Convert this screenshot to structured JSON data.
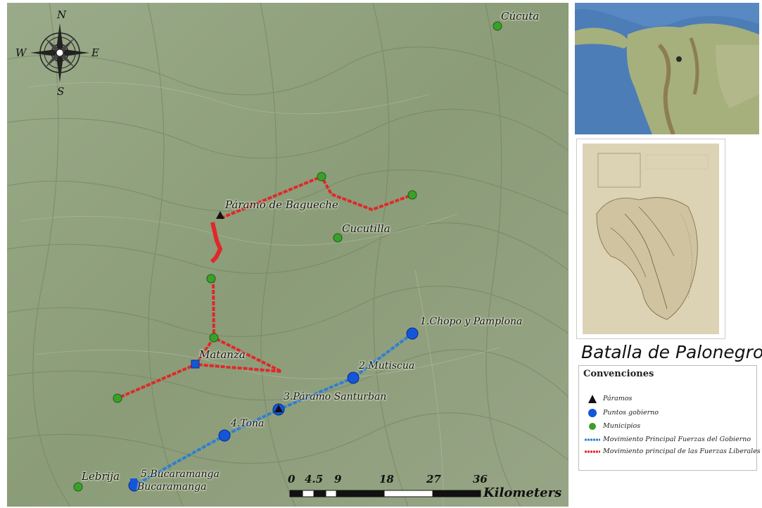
{
  "title": "Batalla de Palonegro",
  "compass": {
    "n": "N",
    "s": "S",
    "e": "E",
    "w": "W"
  },
  "places": {
    "cucuta": "Cúcuta",
    "paramo_bagueche": "Páramo de Bagueche",
    "cucutilla": "Cucutilla",
    "matanza": "Matanza",
    "lebrija": "Lebrija",
    "bucaramanga": "Bucaramanga"
  },
  "gov_points": [
    "1.Chopo y Pamplona",
    "2.Mutiscua",
    "3.Páramo Santurban",
    "4.Tona",
    "5.Bucaramanga"
  ],
  "scale": {
    "ticks": [
      "0",
      "4.5",
      "9",
      "18",
      "27",
      "36"
    ],
    "unit": "Kilometers"
  },
  "legend": {
    "heading": "Convenciones",
    "items": [
      {
        "label": "Páramos",
        "symbol": "triangle",
        "color": "#111111"
      },
      {
        "label": "Puntos gobierno",
        "symbol": "circle",
        "color": "#1455d9"
      },
      {
        "label": "Municipios",
        "symbol": "circle",
        "color": "#3aa02a"
      },
      {
        "label": "Movimiento Principal Fuerzas del Gobierno",
        "symbol": "dashed-line",
        "color": "#2f7fd0"
      },
      {
        "label": "Movimiento principal de las Fuerzas Liberales",
        "symbol": "dashed-line",
        "color": "#e0282a"
      }
    ]
  },
  "colors": {
    "government": "#1455d9",
    "liberal": "#e0282a",
    "municipio": "#3aa02a",
    "terrain": "#8fa07d"
  }
}
